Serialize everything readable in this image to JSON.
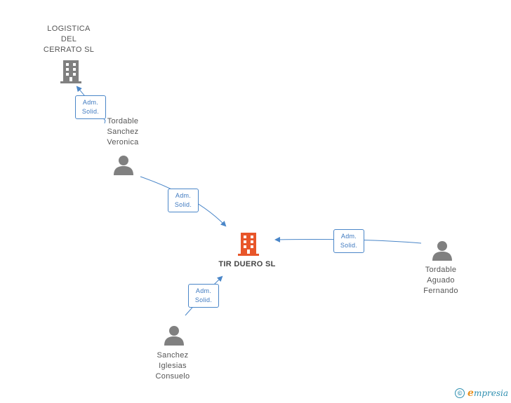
{
  "nodes": {
    "logistica": {
      "lines": [
        "LOGISTICA",
        "DEL",
        "CERRATO  SL"
      ],
      "type": "company"
    },
    "tir_duero": {
      "lines": [
        "TIR DUERO SL"
      ],
      "type": "company-main"
    },
    "veronica": {
      "lines": [
        "Tordable",
        "Sanchez",
        "Veronica"
      ],
      "type": "person"
    },
    "fernando": {
      "lines": [
        "Tordable",
        "Aguado",
        "Fernando"
      ],
      "type": "person"
    },
    "consuelo": {
      "lines": [
        "Sanchez",
        "Iglesias",
        "Consuelo"
      ],
      "type": "person"
    }
  },
  "edges": [
    {
      "id": "veronica-logistica",
      "from": "veronica",
      "to": "logistica",
      "label": [
        "Adm.",
        "Solid."
      ]
    },
    {
      "id": "veronica-tir",
      "from": "veronica",
      "to": "tir_duero",
      "label": [
        "Adm.",
        "Solid."
      ]
    },
    {
      "id": "fernando-tir",
      "from": "fernando",
      "to": "tir_duero",
      "label": [
        "Adm.",
        "Solid."
      ]
    },
    {
      "id": "consuelo-tir",
      "from": "consuelo",
      "to": "tir_duero",
      "label": [
        "Adm.",
        "Solid."
      ]
    }
  ],
  "colors": {
    "edge": "#4a86c8",
    "company": "#808080",
    "company_main": "#e8562a",
    "person": "#808080"
  },
  "footer": {
    "copyright_symbol": "©",
    "brand_initial": "e",
    "brand_rest": "mpresia"
  }
}
